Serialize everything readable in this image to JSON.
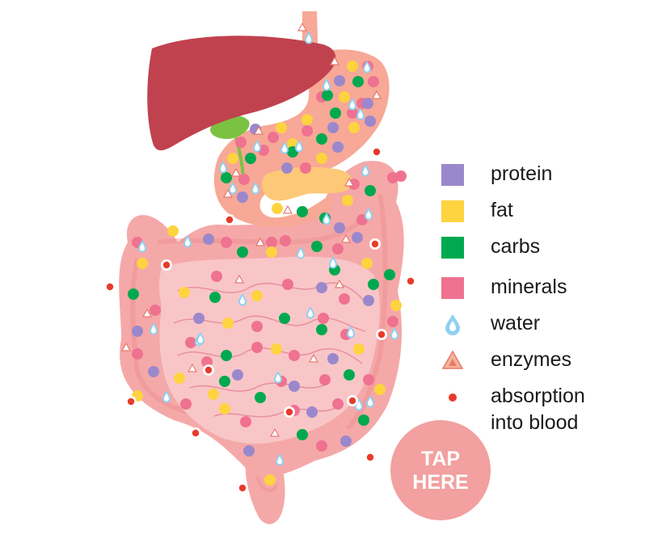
{
  "legend": {
    "items": [
      {
        "key": "protein",
        "label": "protein",
        "color": "#9b88cc",
        "icon": "square"
      },
      {
        "key": "fat",
        "label": "fat",
        "color": "#fdd340",
        "icon": "square"
      },
      {
        "key": "carbs",
        "label": "carbs",
        "color": "#00a94f",
        "icon": "square"
      },
      {
        "key": "minerals",
        "label": "minerals",
        "color": "#ef7290",
        "icon": "square"
      },
      {
        "key": "water",
        "label": "water",
        "color": "#8fd0f2",
        "icon": "drop"
      },
      {
        "key": "enzymes",
        "label": "enzymes",
        "color": "#f5b49a",
        "icon": "triangle"
      },
      {
        "key": "absorption",
        "label": "absorption\ninto blood",
        "color": "#e83a2a",
        "icon": "red-dot"
      }
    ]
  },
  "button": {
    "label": "TAP\nHERE",
    "color": "#f2a0a0"
  },
  "organs": {
    "liver_color": "#c0424e",
    "gallbladder_color": "#7cc242",
    "pancreas_color": "#fdc878",
    "stomach_color": "#f7a896",
    "large_intestine_color": "#f5a8a8",
    "small_intestine_color": "#f9c6c8"
  }
}
